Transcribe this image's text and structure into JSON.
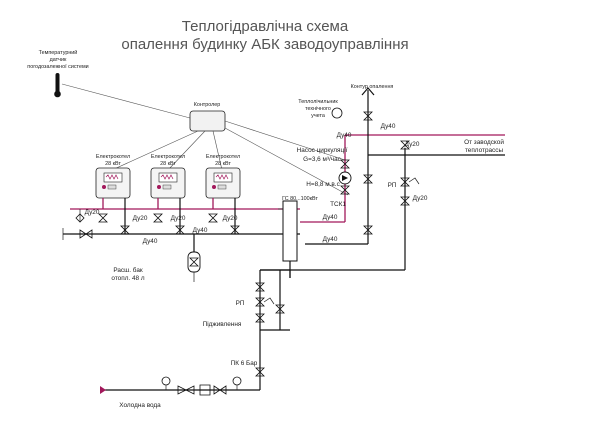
{
  "title": {
    "line1": "Теплогідравлічна схема",
    "line2": "опалення будинку АБК заводоуправління"
  },
  "labels": {
    "sensor_l1": "Температурний",
    "sensor_l2": "датчик",
    "sensor_l3": "погодозалежної системи",
    "controller": "Контролер",
    "boiler_1_name": "Електрокотел",
    "boiler_1_power": "28 кВт",
    "boiler_2_name": "Електрокотел",
    "boiler_2_power": "28 кВт",
    "boiler_3_name": "Електрокотел",
    "boiler_3_power": "28 кВт",
    "heating_circuit": "Контур опалення",
    "meter_l1": "Теплолічильник",
    "meter_l2": "технічного",
    "meter_l3": "учета",
    "du40_meter": "Ду40",
    "du40_top": "Ду40",
    "pump_l1": "Насос циркуляції",
    "pump_l2": "G=3,6 м³/час",
    "head": "Н=8,8 м.в.с",
    "tsk": "ТСК1",
    "du20_right": "Ду20",
    "du20_right2": "Ду20",
    "rp_right": "РП",
    "from_plant_l1": "От заводской",
    "from_plant_l2": "теплотрассы",
    "gs": "ГС 80...100кВт",
    "du20_left": "Ду20",
    "du20_b1": "Ду20",
    "du20_b2": "Ду20",
    "du20_b3": "Ду20",
    "du40_mid": "Ду40",
    "du40_low": "Ду40",
    "du40_gs1": "Ду40",
    "du40_gs2": "Ду40",
    "tank_l1": "Расш. бак",
    "tank_l2": "отопл. 48 л",
    "rp_low": "РП",
    "makeup": "Підживлення",
    "pk": "ПК 6 Бар",
    "cold_water": "Холодна вода"
  },
  "colors": {
    "supply_pipe": "#a2185b",
    "return_pipe": "#111111",
    "control_line": "#555555",
    "title_text": "#555555"
  }
}
